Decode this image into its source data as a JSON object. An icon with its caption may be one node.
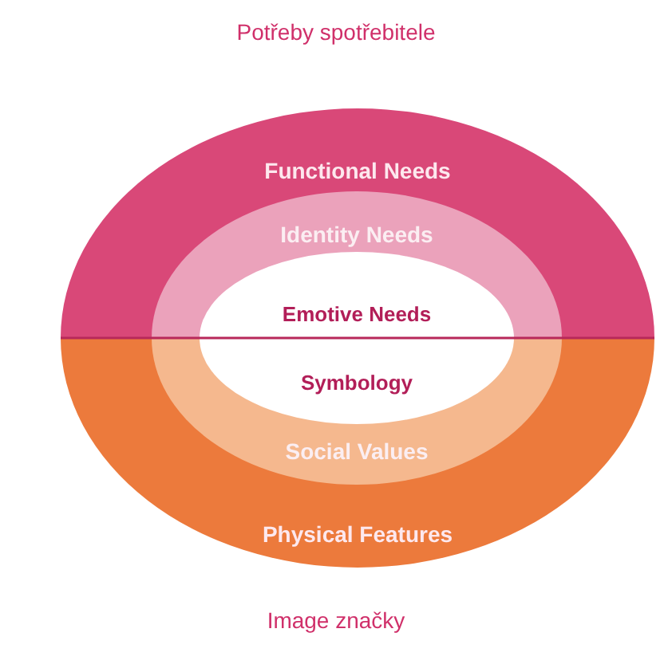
{
  "diagram": {
    "title": "Potřeby spotřebitele",
    "caption": "Image značky",
    "nodes": [
      {
        "text": [
          "Functional Needs",
          "Physical Features"
        ]
      },
      {
        "text": [
          "Identity Needs",
          "Social Values"
        ],
        "in": 0
      },
      {
        "text": [
          "Emotive Needs",
          "Symbology"
        ],
        "in": 1
      }
    ]
  }
}
